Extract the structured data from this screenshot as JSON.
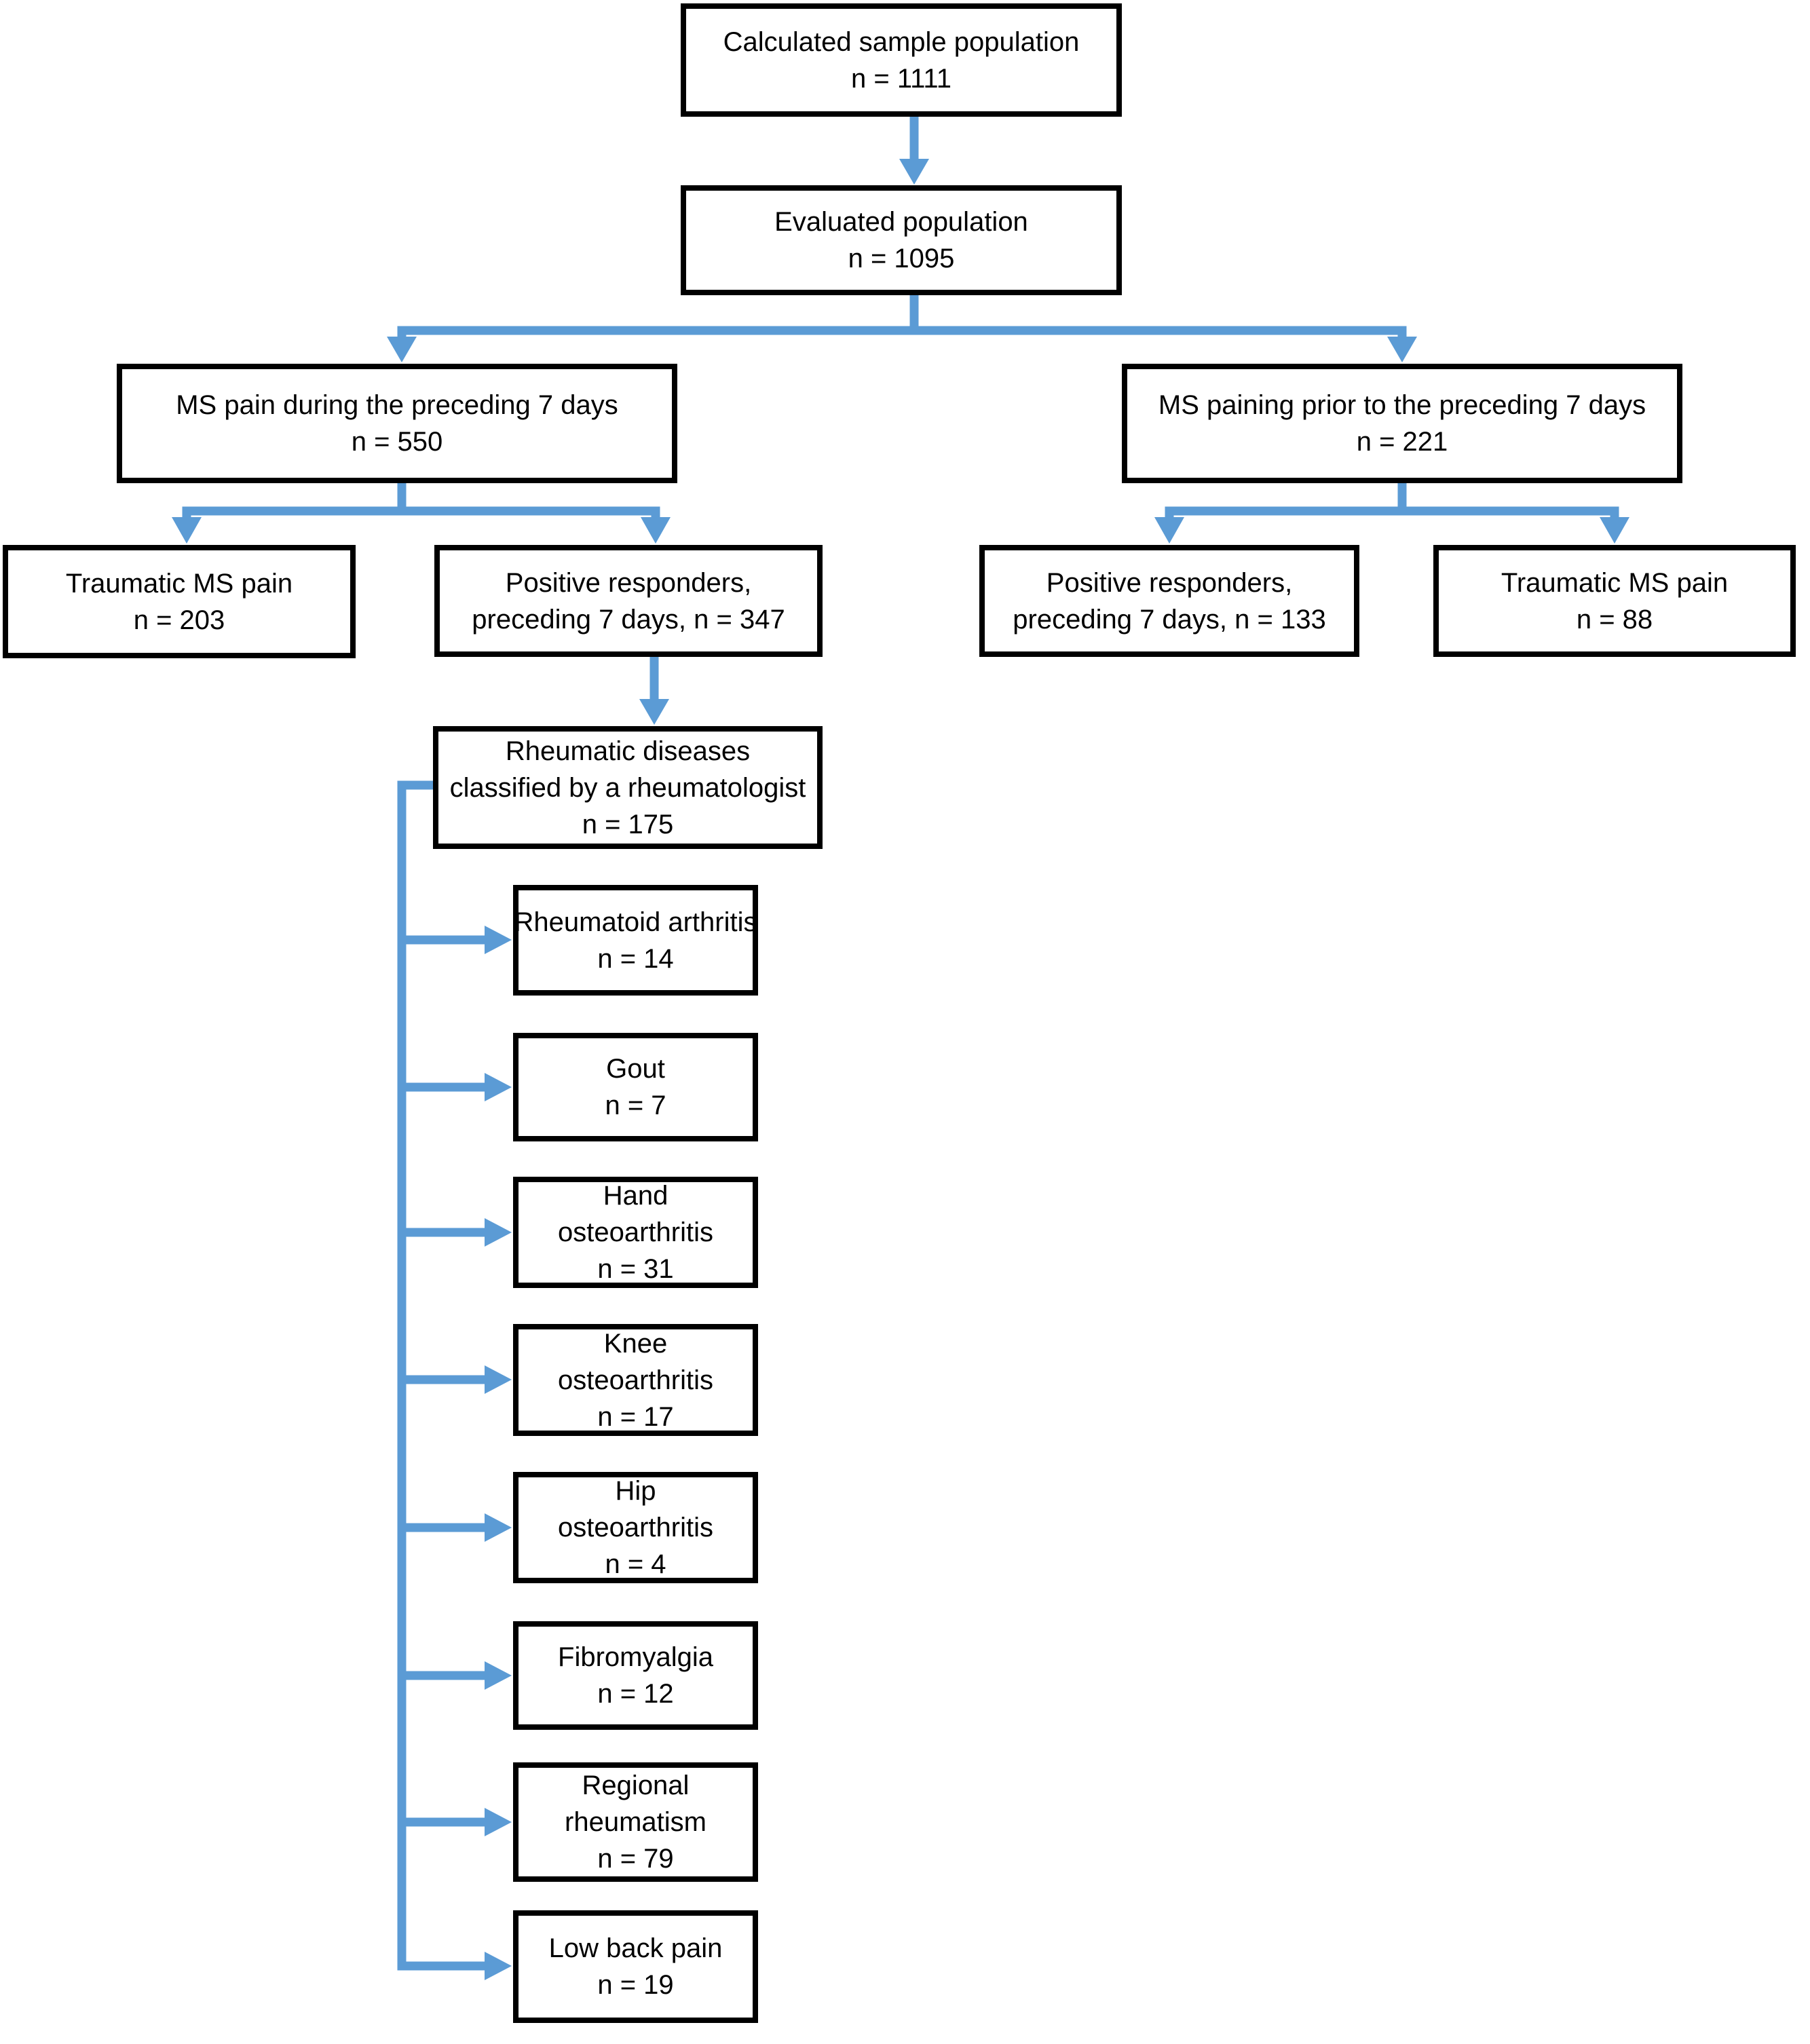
{
  "colors": {
    "connector": "#5B9BD5",
    "border": "#000000",
    "background": "#FFFFFF",
    "text": "#000000"
  },
  "nodes": {
    "calculated_sample": {
      "lines": [
        "Calculated sample population",
        "n = 1111"
      ]
    },
    "evaluated": {
      "lines": [
        "Evaluated population",
        "n = 1095"
      ]
    },
    "ms_pain_during": {
      "lines": [
        "MS pain during the preceding 7 days",
        "n = 550"
      ]
    },
    "ms_paining_prior": {
      "lines": [
        "MS paining prior to the preceding 7 days",
        "n = 221"
      ]
    },
    "traumatic_203": {
      "lines": [
        "Traumatic MS pain",
        "n = 203"
      ]
    },
    "positive_347": {
      "lines": [
        "Positive responders,",
        "preceding 7 days, n = 347"
      ]
    },
    "positive_133": {
      "lines": [
        "Positive responders,",
        "preceding 7 days, n = 133"
      ]
    },
    "traumatic_88": {
      "lines": [
        "Traumatic MS pain",
        "n = 88"
      ]
    },
    "rheumatic_classified": {
      "lines": [
        "Rheumatic diseases",
        "classified by a rheumatologist",
        "n = 175"
      ]
    },
    "rheumatoid_arthritis": {
      "lines": [
        "Rheumatoid arthritis",
        "n = 14"
      ]
    },
    "gout": {
      "lines": [
        "Gout",
        "n = 7"
      ]
    },
    "hand_oa": {
      "lines": [
        "Hand",
        "osteoarthritis",
        "n = 31"
      ]
    },
    "knee_oa": {
      "lines": [
        "Knee",
        "osteoarthritis",
        "n = 17"
      ]
    },
    "hip_oa": {
      "lines": [
        "Hip",
        "osteoarthritis",
        "n = 4"
      ]
    },
    "fibromyalgia": {
      "lines": [
        "Fibromyalgia",
        "n = 12"
      ]
    },
    "regional_rheumatism": {
      "lines": [
        "Regional",
        "rheumatism",
        "n = 79"
      ]
    },
    "low_back_pain": {
      "lines": [
        "Low back pain",
        "n = 19"
      ]
    }
  },
  "edges": [
    {
      "from": "calculated_sample",
      "to": "evaluated"
    },
    {
      "from": "evaluated",
      "to": "ms_pain_during"
    },
    {
      "from": "evaluated",
      "to": "ms_paining_prior"
    },
    {
      "from": "ms_pain_during",
      "to": "traumatic_203"
    },
    {
      "from": "ms_pain_during",
      "to": "positive_347"
    },
    {
      "from": "ms_paining_prior",
      "to": "positive_133"
    },
    {
      "from": "ms_paining_prior",
      "to": "traumatic_88"
    },
    {
      "from": "positive_347",
      "to": "rheumatic_classified"
    },
    {
      "from": "rheumatic_classified",
      "to": "rheumatoid_arthritis"
    },
    {
      "from": "rheumatic_classified",
      "to": "gout"
    },
    {
      "from": "rheumatic_classified",
      "to": "hand_oa"
    },
    {
      "from": "rheumatic_classified",
      "to": "knee_oa"
    },
    {
      "from": "rheumatic_classified",
      "to": "hip_oa"
    },
    {
      "from": "rheumatic_classified",
      "to": "fibromyalgia"
    },
    {
      "from": "rheumatic_classified",
      "to": "regional_rheumatism"
    },
    {
      "from": "rheumatic_classified",
      "to": "low_back_pain"
    }
  ]
}
